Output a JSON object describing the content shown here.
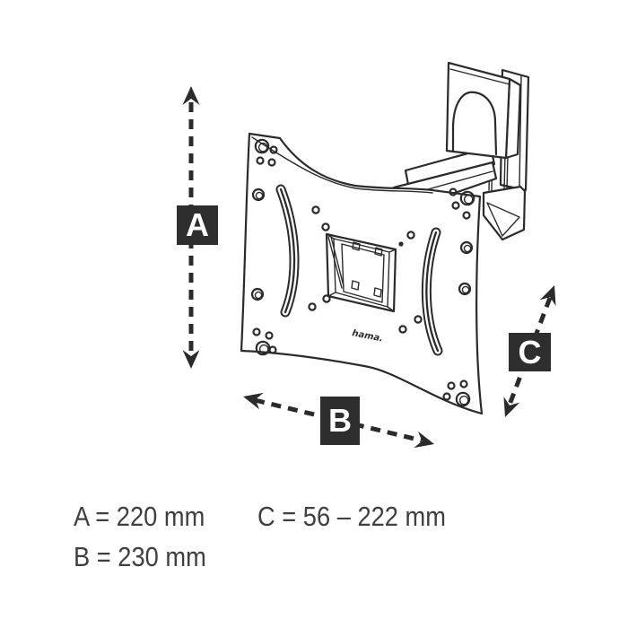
{
  "drawing": {
    "subject": "tv-wall-mount-bracket-line-drawing",
    "logo_text": "hama."
  },
  "dimension_labels": {
    "a": "A",
    "b": "B",
    "c": "C"
  },
  "measurements": {
    "a": "A = 220 mm",
    "b": "B = 230 mm",
    "c": "C = 56 – 222 mm"
  },
  "colors": {
    "line": "#2b2b2b",
    "label_bg": "#2e2e2e",
    "label_text": "#ffffff",
    "measurement_text": "#3f3f3f",
    "background": "#ffffff"
  }
}
